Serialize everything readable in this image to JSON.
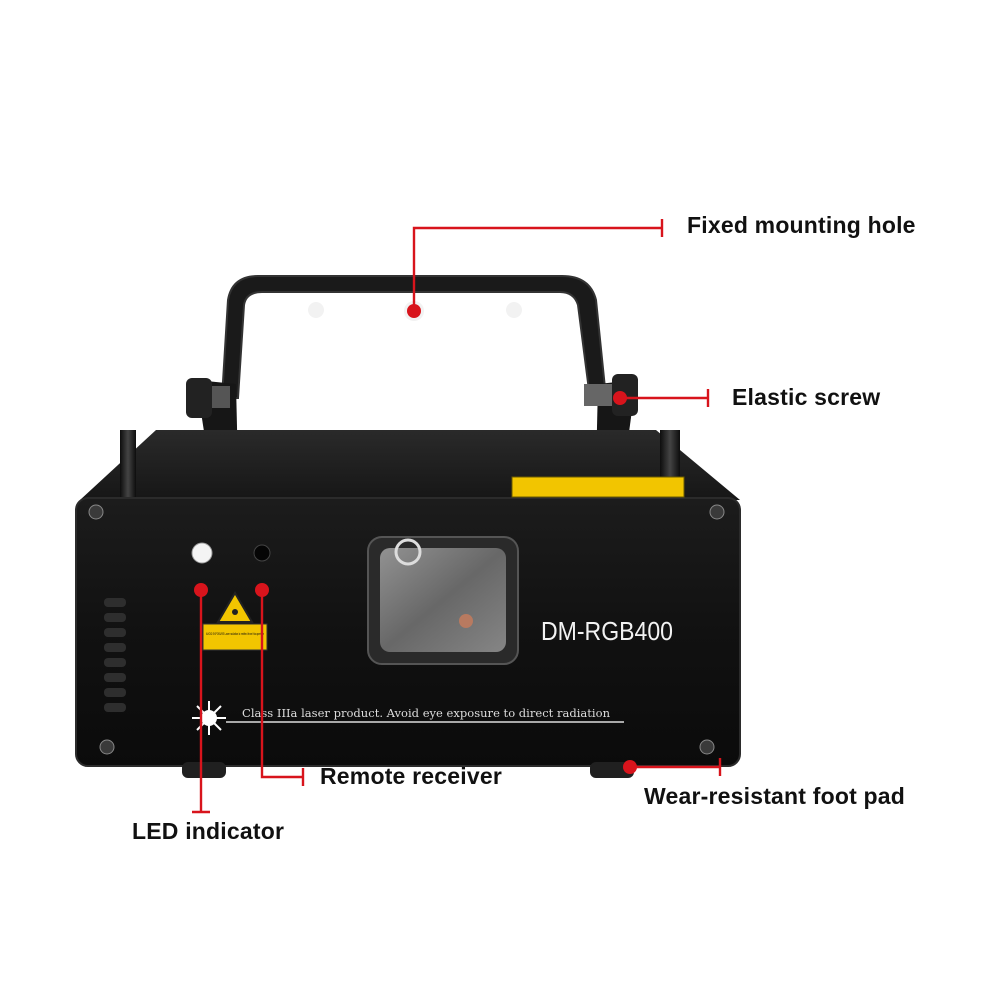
{
  "product": {
    "model": "DM-RGB400",
    "warning_text": "Class IIIa laser product. Avoid eye exposure to direct radiation",
    "warning_label_text": "AVOID EXPOSURE Laser radiation is emitted from this aperture"
  },
  "callouts": [
    {
      "id": "mount",
      "label": "Fixed mounting hole"
    },
    {
      "id": "screw",
      "label": "Elastic screw"
    },
    {
      "id": "remote",
      "label": "Remote receiver"
    },
    {
      "id": "foot",
      "label": "Wear-resistant foot pad"
    },
    {
      "id": "led",
      "label": "LED indicator"
    }
  ],
  "colors": {
    "callout_line": "#d8141c",
    "body": "#121212",
    "label": "#111111",
    "sticker": "#f2c500"
  }
}
